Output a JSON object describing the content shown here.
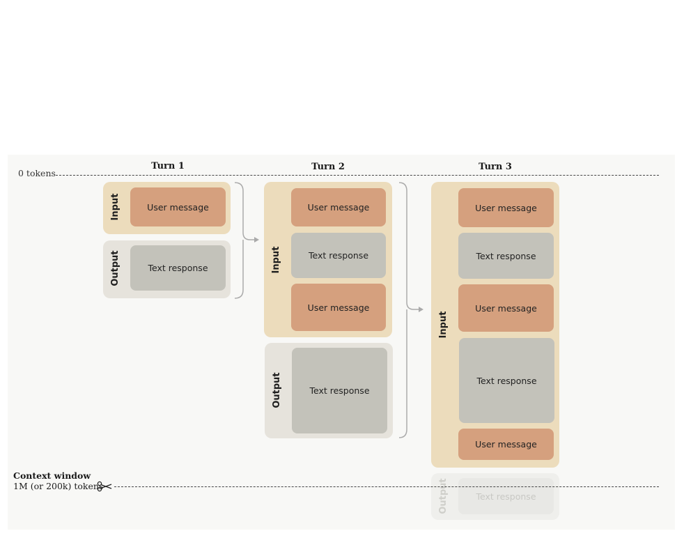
{
  "tokens_start": "0 tokens",
  "turns": [
    {
      "title": "Turn 1",
      "input_label": "Input",
      "output_label": "Output",
      "input_blocks": [
        "User message"
      ],
      "output_blocks": [
        "Text response"
      ]
    },
    {
      "title": "Turn 2",
      "input_label": "Input",
      "output_label": "Output",
      "input_blocks": [
        "User message",
        "Text response",
        "User message"
      ],
      "output_blocks": [
        "Text response"
      ]
    },
    {
      "title": "Turn 3",
      "input_label": "Input",
      "output_label": "Output",
      "input_blocks": [
        "User message",
        "Text response",
        "User message",
        "Text response",
        "User message"
      ],
      "output_blocks": [
        "Text response"
      ]
    }
  ],
  "context_window": {
    "title": "Context window",
    "subtitle": "1M (or 200k) tokens",
    "cut_icon": "scissors-icon"
  },
  "colors": {
    "user_message": "#d5a07e",
    "text_response": "#c3c2ba",
    "input_group": "#ecdcbc",
    "output_group": "#e6e3dc",
    "canvas": "#f8f8f6"
  }
}
